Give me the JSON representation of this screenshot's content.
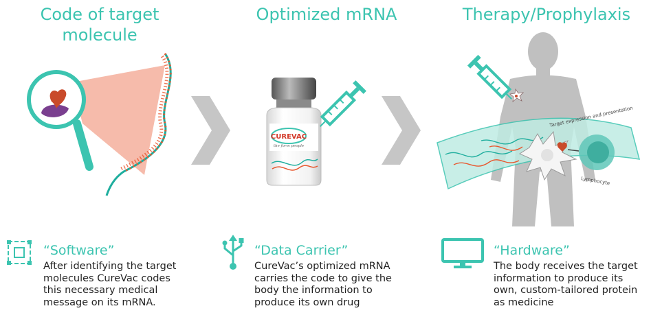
{
  "headings": {
    "col1": "Code of target molecule",
    "col2": "Optimized mRNA",
    "col3": "Therapy/Prophylaxis"
  },
  "illustration": {
    "vial_brand": "CUREVAC",
    "vial_tagline": "the form people",
    "cell_label_top": "Target expression and presentation",
    "cell_label_lymph": "Lymphocyte"
  },
  "captions": [
    {
      "icon": "software-icon",
      "title": "“Software”",
      "lines": [
        "After identifying the target",
        "molecules CureVac codes",
        "this necessary medical",
        "message on its mRNA."
      ]
    },
    {
      "icon": "usb-icon",
      "title": "“Data Carrier”",
      "lines": [
        "CureVac’s optimized mRNA",
        "carries the code to give the",
        "body the information to",
        "produce its own drug"
      ]
    },
    {
      "icon": "monitor-icon",
      "title": "“Hardware”",
      "lines": [
        "The body receives the target",
        "information to produce its",
        "own, custom-tailored protein",
        "as medicine"
      ]
    }
  ],
  "colors": {
    "accent": "#3cc4b0",
    "rna_orange": "#e8572e",
    "chevron_gray": "#c6c6c6",
    "silhouette_gray": "#c0c0c0"
  }
}
